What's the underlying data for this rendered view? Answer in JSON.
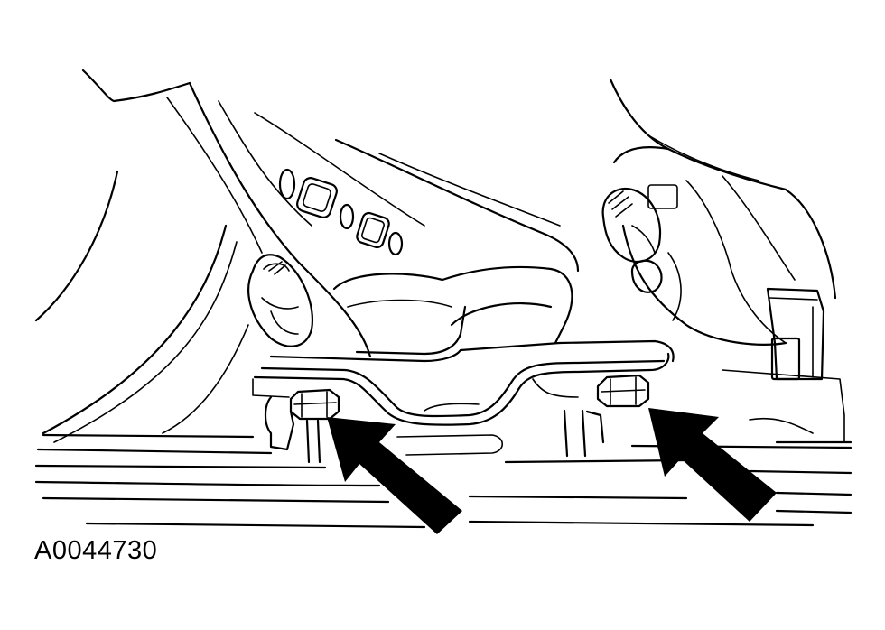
{
  "figure": {
    "reference_code": "A0044730",
    "ink_color": "#000000",
    "background_color": "#ffffff",
    "callouts": [
      {
        "name": "left-mount-nut",
        "indicator": "arrow"
      },
      {
        "name": "right-mount-nut",
        "indicator": "arrow"
      }
    ]
  }
}
